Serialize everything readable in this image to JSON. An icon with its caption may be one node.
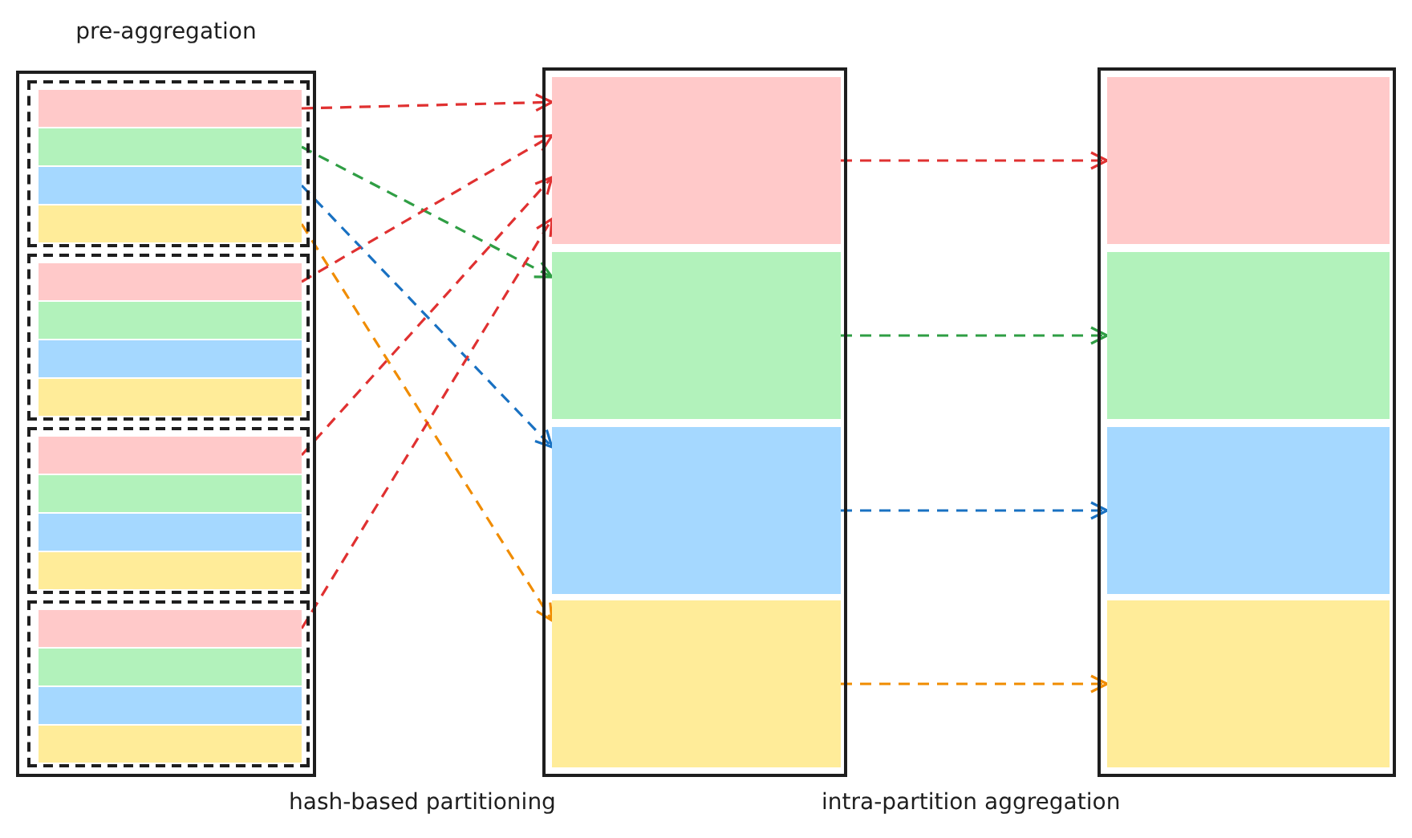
{
  "diagram": {
    "nodes": [
      {
        "text": [
          "pre-aggregation"
        ]
      },
      {
        "text": [],
        "shape": "box",
        "in": 0
      },
      {
        "text": [],
        "shape": "bar",
        "in": 1
      },
      {
        "text": [],
        "shape": "bar",
        "in": 1
      },
      {
        "text": [],
        "shape": "bar",
        "in": 1
      },
      {
        "text": [],
        "shape": "bar",
        "in": 1
      },
      {
        "text": [],
        "shape": "box",
        "in": 0
      },
      {
        "text": [],
        "shape": "bar",
        "in": 6
      },
      {
        "text": [],
        "shape": "bar",
        "in": 6
      },
      {
        "text": [],
        "shape": "bar",
        "in": 6
      },
      {
        "text": [],
        "shape": "bar",
        "in": 6
      },
      {
        "text": [],
        "shape": "box",
        "in": 0
      },
      {
        "text": [],
        "shape": "bar",
        "in": 11
      },
      {
        "text": [],
        "shape": "bar",
        "in": 11
      },
      {
        "text": [],
        "shape": "bar",
        "in": 11
      },
      {
        "text": [],
        "shape": "bar",
        "in": 11
      },
      {
        "text": [],
        "shape": "box",
        "in": 0
      },
      {
        "text": [],
        "shape": "bar",
        "in": 16
      },
      {
        "text": [],
        "shape": "bar",
        "in": 16
      },
      {
        "text": [],
        "shape": "bar",
        "in": 16
      },
      {
        "text": [],
        "shape": "bar",
        "in": 16
      },
      {
        "text": [],
        "shape": "box"
      },
      {
        "text": [],
        "shape": "box",
        "in": 21
      },
      {
        "text": [],
        "shape": "box",
        "in": 21
      },
      {
        "text": [],
        "shape": "box",
        "in": 21
      },
      {
        "text": [],
        "shape": "box",
        "in": 21
      },
      {
        "text": [],
        "shape": "box"
      },
      {
        "text": [],
        "shape": "box",
        "in": 26
      },
      {
        "text": [],
        "shape": "box",
        "in": 26
      },
      {
        "text": [],
        "shape": "box",
        "in": 26
      },
      {
        "text": [],
        "shape": "box",
        "in": 26
      }
    ],
    "edges": [
      {
        "from": 2,
        "to": 22,
        "arrow": "to",
        "style": "dashed",
        "color": "#e03131"
      },
      {
        "from": 3,
        "to": 23,
        "arrow": "to",
        "style": "dashed",
        "color": "#2f9e44"
      },
      {
        "from": 4,
        "to": 24,
        "arrow": "to",
        "style": "dashed",
        "color": "#1971c2"
      },
      {
        "from": 5,
        "to": 25,
        "arrow": "to",
        "style": "dashed",
        "color": "#f08c00"
      },
      {
        "from": 7,
        "to": 22,
        "arrow": "to",
        "style": "dashed",
        "color": "#e03131"
      },
      {
        "from": 12,
        "to": 22,
        "arrow": "to",
        "style": "dashed",
        "color": "#e03131"
      },
      {
        "from": 17,
        "to": 22,
        "arrow": "to",
        "style": "dashed",
        "color": "#e03131"
      },
      {
        "from": 22,
        "to": 27,
        "arrow": "to",
        "style": "dashed",
        "color": "#e03131"
      },
      {
        "from": 23,
        "to": 28,
        "arrow": "to",
        "style": "dashed",
        "color": "#2f9e44"
      },
      {
        "from": 24,
        "to": 29,
        "arrow": "to",
        "style": "dashed",
        "color": "#1971c2"
      },
      {
        "from": 25,
        "to": 30,
        "arrow": "to",
        "style": "dashed",
        "color": "#f08c00"
      }
    ],
    "labels": [
      "hash-based partitioning",
      "intra-partition aggregation"
    ]
  }
}
